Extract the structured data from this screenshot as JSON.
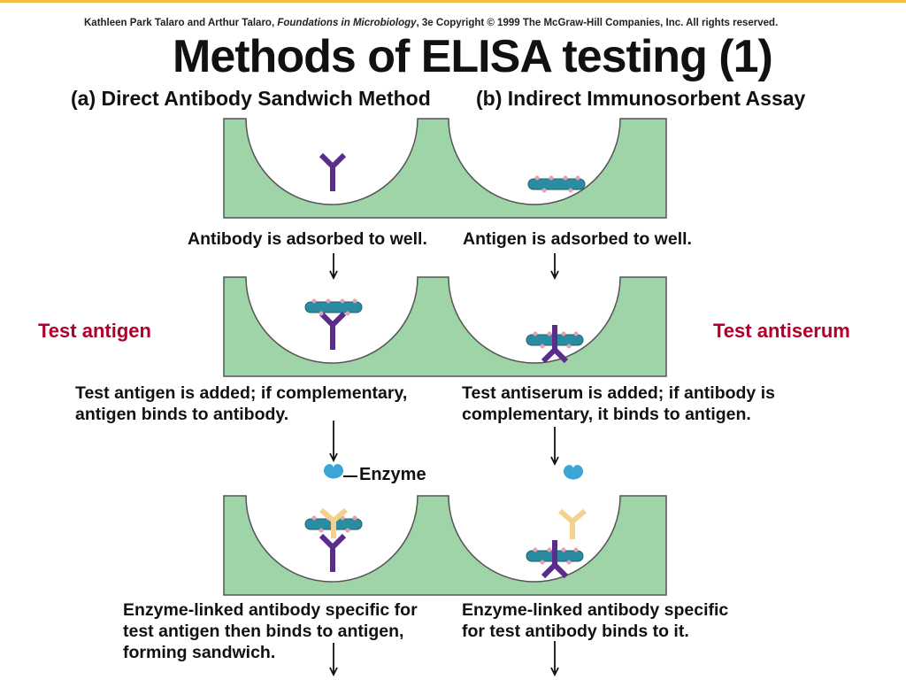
{
  "credit": {
    "authors": "Kathleen Park Talaro and Arthur Talaro,",
    "book": "Foundations in Microbiology",
    "rest": ", 3e Copyright © 1999 The McGraw-Hill Companies, Inc.  All rights reserved."
  },
  "title": "Methods of ELISA testing (1)",
  "methods": {
    "a": "(a) Direct Antibody Sandwich Method",
    "b": "(b) Indirect Immunosorbent Assay"
  },
  "steps": {
    "a1": "Antibody is adsorbed to well.",
    "b1": "Antigen is adsorbed to well.",
    "a2": [
      "Test antigen is added; if complementary,",
      "antigen binds to antibody."
    ],
    "b2": [
      "Test antiserum is added; if antibody is",
      "complementary, it binds to antigen."
    ],
    "a3": [
      "Enzyme-linked antibody specific for",
      "test antigen then binds to antigen,",
      "forming sandwich."
    ],
    "b3": [
      "Enzyme-linked antibody specific",
      "for test antibody binds to it."
    ]
  },
  "labels": {
    "enzyme": "Enzyme",
    "test_antigen": "Test antigen",
    "test_antiserum": "Test antiserum"
  },
  "colors": {
    "well": "#9fd4a8",
    "antibody": "#5a2d8c",
    "antigen": "#2a8ca0",
    "enzyme_antibody": "#f3d28e",
    "enzyme": "#3aa6d6",
    "accent_label": "#b0002a"
  }
}
